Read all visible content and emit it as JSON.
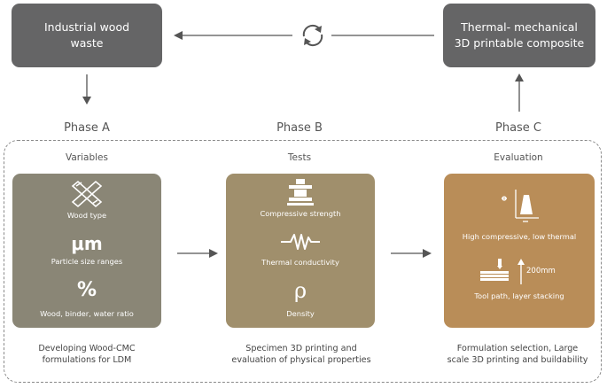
{
  "top": {
    "left_box": "Industrial wood waste",
    "right_box": "Thermal- mechanical 3D printable composite"
  },
  "phases": [
    "Phase A",
    "Phase B",
    "Phase C"
  ],
  "columns": [
    {
      "heading": "Variables",
      "color": "#8a8676",
      "items": [
        {
          "icon": "wood-strips-icon",
          "label": "Wood type"
        },
        {
          "icon": "micrometer-symbol-icon",
          "symbol": "μm",
          "label": "Particle size ranges"
        },
        {
          "icon": "percent-icon",
          "symbol": "%",
          "label": "Wood, binder, water ratio"
        }
      ],
      "caption_lines": [
        "Developing  Wood-CMC",
        "formulations for LDM"
      ]
    },
    {
      "heading": "Tests",
      "color": "#a08f6c",
      "items": [
        {
          "icon": "compression-press-icon",
          "label": "Compressive strength"
        },
        {
          "icon": "waveform-icon",
          "label": "Thermal conductivity"
        },
        {
          "icon": "rho-symbol-icon",
          "symbol": "ρ",
          "label": "Density"
        }
      ],
      "caption_lines": [
        "Specimen 3D printing and",
        "evaluation of physical properties"
      ]
    },
    {
      "heading": "Evaluation",
      "color": "#b98d58",
      "items": [
        {
          "icon": "chart-axes-icon",
          "label": "High compressive, low thermal"
        },
        {
          "icon": "layer-stack-icon",
          "label": "Tool path, layer stacking",
          "dimension": "200mm"
        }
      ],
      "caption_lines": [
        "Formulation selection, Large",
        "scale 3D printing and buildability"
      ]
    }
  ]
}
